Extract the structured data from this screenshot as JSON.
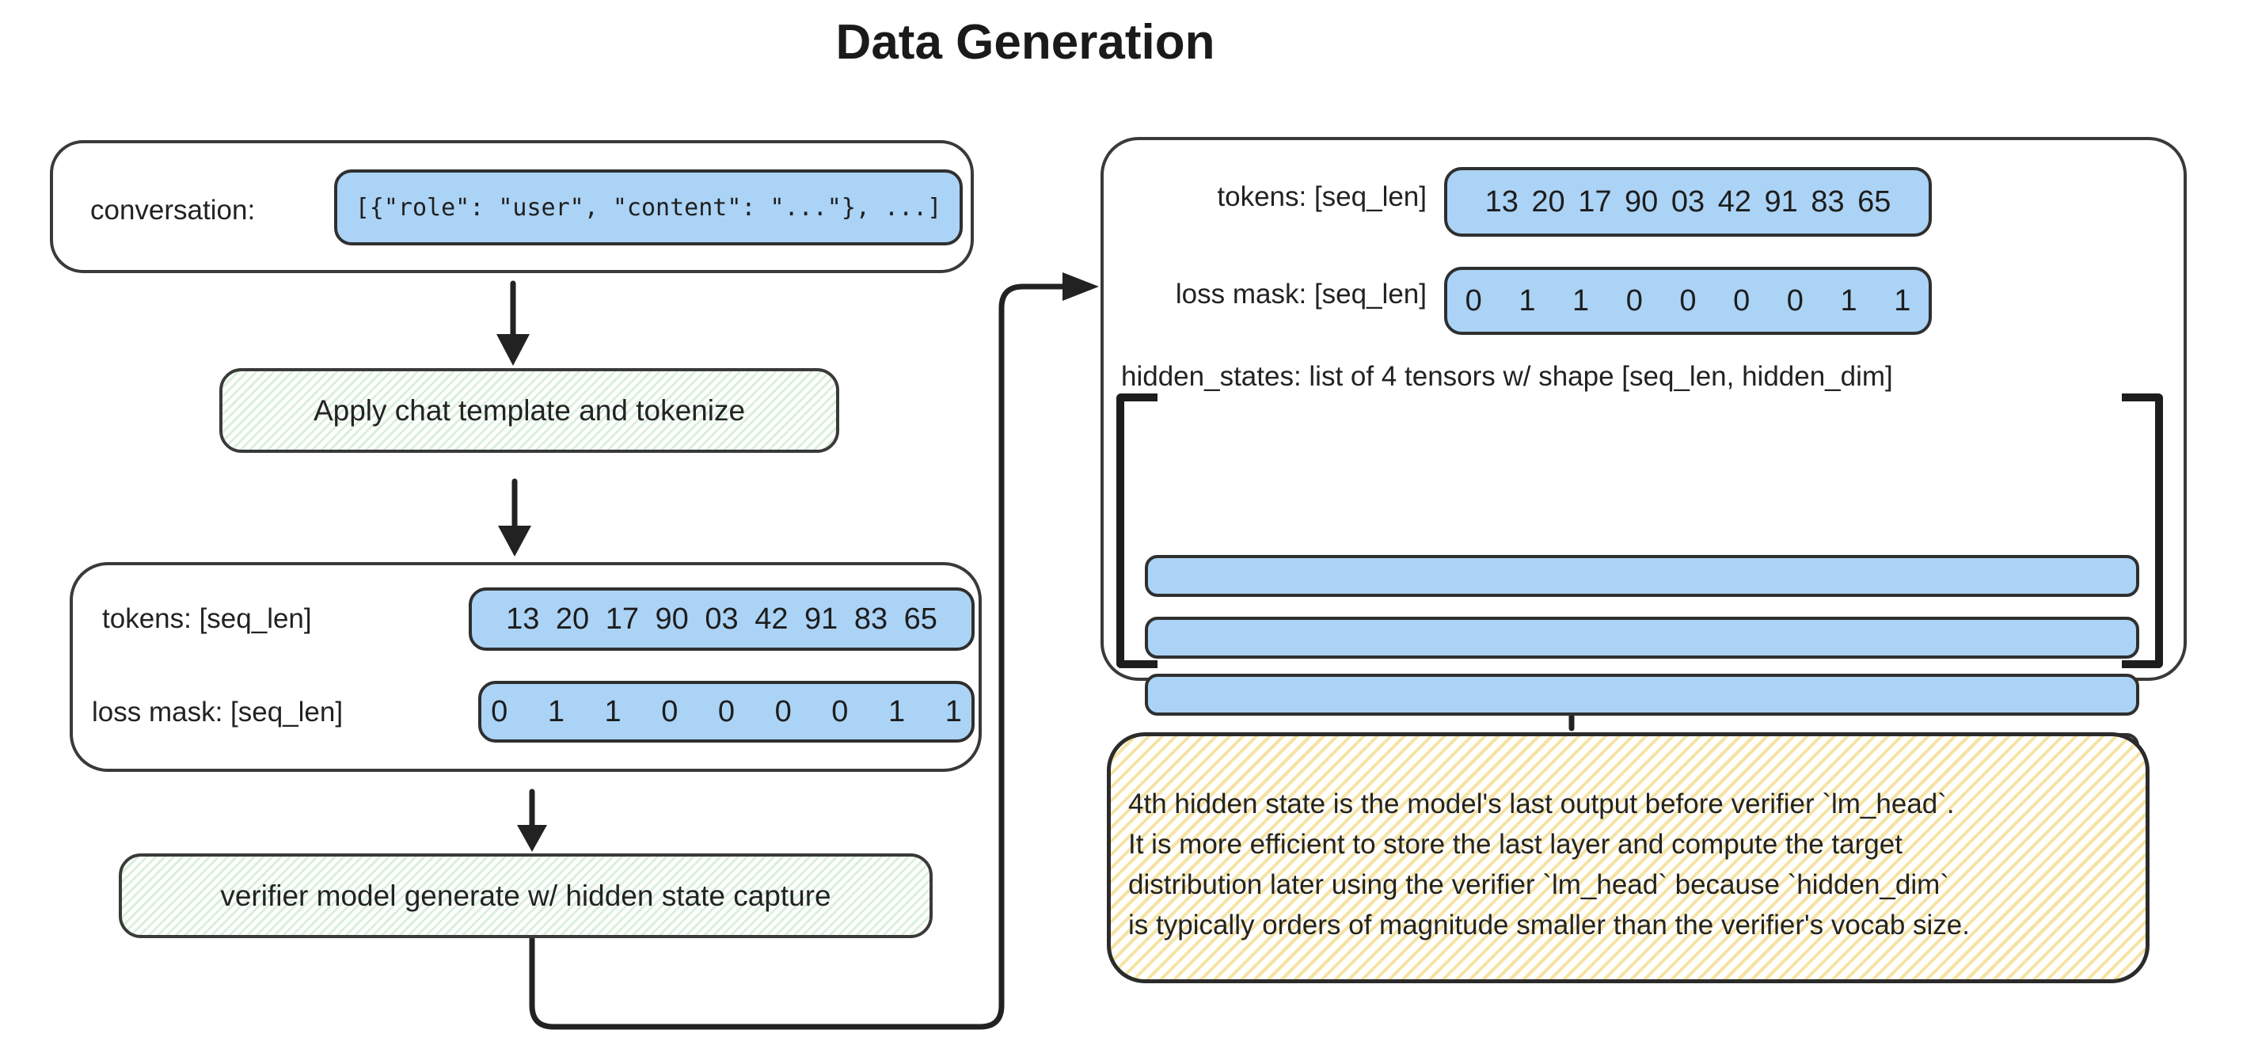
{
  "title": "Data Generation",
  "colors": {
    "tensor_blue": "#abd3f5",
    "green_hatch": "#d9f0da",
    "yellow_hatch": "#f6e3a2",
    "line": "#363636",
    "text": "#1f1f1f"
  },
  "left": {
    "conversation": {
      "label": "conversation:",
      "value": "[{\"role\": \"user\", \"content\": \"...\"}, ...]"
    },
    "step1_label": "Apply chat template and tokenize",
    "tokens_box": {
      "tokens_label": "tokens: [seq_len]",
      "tokens_values": "13 20 17 90 03 42 91 83 65",
      "loss_mask_label": "loss mask: [seq_len]",
      "loss_mask_values": "0 1 1 0 0 0 0 1 1"
    },
    "step2_label": "verifier model generate w/ hidden state capture"
  },
  "right": {
    "tokens_label": "tokens: [seq_len]",
    "tokens_values": "13 20 17 90 03 42 91 83 65",
    "loss_mask_label": "loss mask: [seq_len]",
    "loss_mask_values": "0 1 1 0 0 0 0 1 1",
    "hidden_states_label": "hidden_states: list of 4 tensors w/ shape [seq_len, hidden_dim]",
    "tensor_count": 4
  },
  "note": {
    "lines": [
      "4th hidden state is the model's last output before verifier `lm_head`.",
      "It is more efficient to store the last layer and compute the target",
      "distribution later using the verifier `lm_head` because `hidden_dim`",
      "is typically orders of magnitude smaller than the verifier's vocab size."
    ]
  }
}
